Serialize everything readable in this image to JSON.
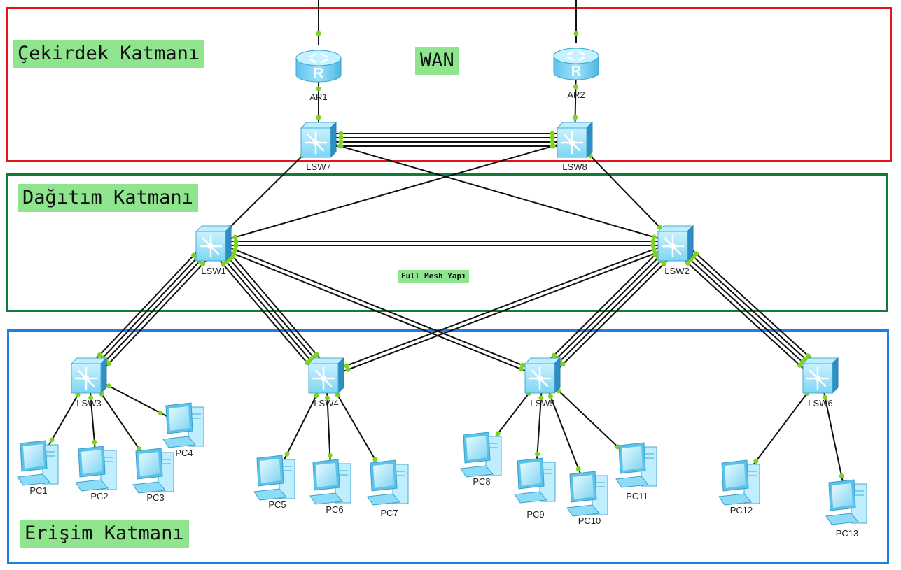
{
  "layers": {
    "core": {
      "label": "Çekirdek Katmanı",
      "color": "#e8131a"
    },
    "distribution": {
      "label": "Dağıtım Katmanı",
      "color": "#137a3c"
    },
    "access": {
      "label": "Erişim Katmanı",
      "color": "#1c7ee6"
    }
  },
  "wan_label": "WAN",
  "mesh_label": "Full Mesh Yapı",
  "colors": {
    "tag_bg": "#8ee58e",
    "link": "#111111",
    "port": "#7ed321",
    "device": "#6fd0f0"
  },
  "routers": [
    {
      "id": "ar1",
      "name": "AR1"
    },
    {
      "id": "ar2",
      "name": "AR2"
    }
  ],
  "switches": [
    {
      "id": "lsw7",
      "name": "LSW7"
    },
    {
      "id": "lsw8",
      "name": "LSW8"
    },
    {
      "id": "lsw1",
      "name": "LSW1"
    },
    {
      "id": "lsw2",
      "name": "LSW2"
    },
    {
      "id": "lsw3",
      "name": "LSW3"
    },
    {
      "id": "lsw4",
      "name": "LSW4"
    },
    {
      "id": "lsw5",
      "name": "LSW5"
    },
    {
      "id": "lsw6",
      "name": "LSW6"
    }
  ],
  "pcs": [
    {
      "id": "pc1",
      "name": "PC1"
    },
    {
      "id": "pc2",
      "name": "PC2"
    },
    {
      "id": "pc3",
      "name": "PC3"
    },
    {
      "id": "pc4",
      "name": "PC4"
    },
    {
      "id": "pc5",
      "name": "PC5"
    },
    {
      "id": "pc6",
      "name": "PC6"
    },
    {
      "id": "pc7",
      "name": "PC7"
    },
    {
      "id": "pc8",
      "name": "PC8"
    },
    {
      "id": "pc9",
      "name": "PC9"
    },
    {
      "id": "pc10",
      "name": "PC10"
    },
    {
      "id": "pc11",
      "name": "PC11"
    },
    {
      "id": "pc12",
      "name": "PC12"
    },
    {
      "id": "pc13",
      "name": "PC13"
    }
  ],
  "links": [
    {
      "from": "ar1",
      "to": "lsw7",
      "count": 1
    },
    {
      "from": "ar2",
      "to": "lsw8",
      "count": 1
    },
    {
      "from": "lsw7",
      "to": "lsw8",
      "count": 4
    },
    {
      "from": "lsw7",
      "to": "lsw1",
      "count": 1
    },
    {
      "from": "lsw7",
      "to": "lsw2",
      "count": 1
    },
    {
      "from": "lsw8",
      "to": "lsw1",
      "count": 1
    },
    {
      "from": "lsw8",
      "to": "lsw2",
      "count": 1
    },
    {
      "from": "lsw1",
      "to": "lsw2",
      "count": 2
    },
    {
      "from": "lsw1",
      "to": "lsw3",
      "count": 4
    },
    {
      "from": "lsw1",
      "to": "lsw4",
      "count": 4
    },
    {
      "from": "lsw1",
      "to": "lsw5",
      "count": 2
    },
    {
      "from": "lsw2",
      "to": "lsw4",
      "count": 2
    },
    {
      "from": "lsw2",
      "to": "lsw5",
      "count": 4
    },
    {
      "from": "lsw2",
      "to": "lsw6",
      "count": 4
    },
    {
      "from": "lsw3",
      "to": "pc1",
      "count": 1
    },
    {
      "from": "lsw3",
      "to": "pc2",
      "count": 1
    },
    {
      "from": "lsw3",
      "to": "pc3",
      "count": 1
    },
    {
      "from": "lsw3",
      "to": "pc4",
      "count": 1
    },
    {
      "from": "lsw4",
      "to": "pc5",
      "count": 1
    },
    {
      "from": "lsw4",
      "to": "pc6",
      "count": 1
    },
    {
      "from": "lsw4",
      "to": "pc7",
      "count": 1
    },
    {
      "from": "lsw5",
      "to": "pc8",
      "count": 1
    },
    {
      "from": "lsw5",
      "to": "pc9",
      "count": 1
    },
    {
      "from": "lsw5",
      "to": "pc10",
      "count": 1
    },
    {
      "from": "lsw5",
      "to": "pc11",
      "count": 1
    },
    {
      "from": "lsw6",
      "to": "pc12",
      "count": 1
    },
    {
      "from": "lsw6",
      "to": "pc13",
      "count": 1
    }
  ]
}
